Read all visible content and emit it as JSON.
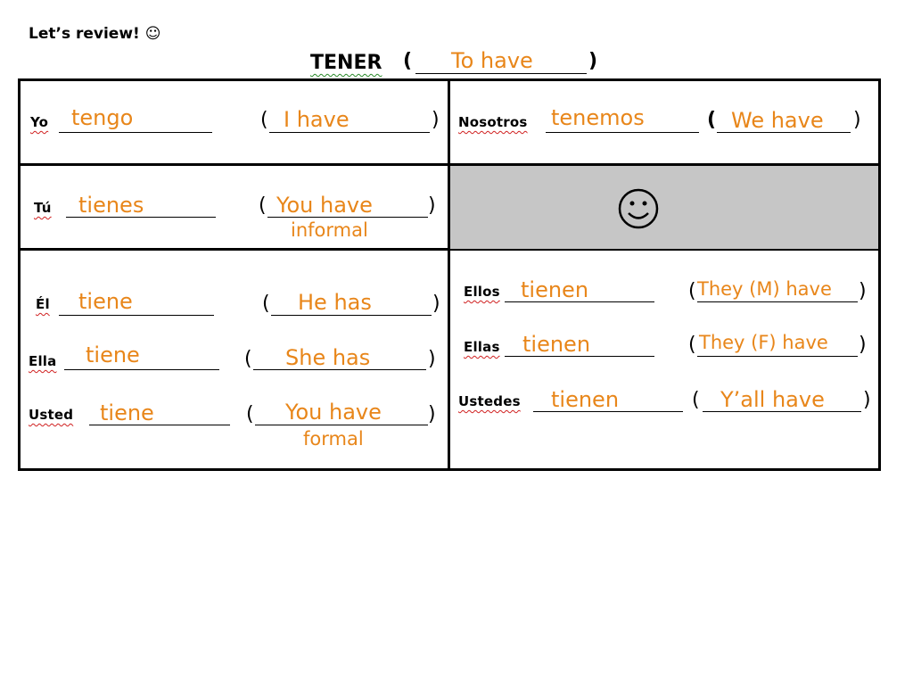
{
  "header": {
    "review": "Let’s review! ☺",
    "verb": "TENER",
    "verb_translation": "To have"
  },
  "cells": {
    "yo": {
      "pronoun": "Yo",
      "form": "tengo",
      "meaning": "I have"
    },
    "nosotros": {
      "pronoun": "Nosotros",
      "form": "tenemos",
      "meaning": "We have"
    },
    "tu": {
      "pronoun": "Tú",
      "form": "tienes",
      "meaning": "You have",
      "note": "informal"
    },
    "el": {
      "pronoun": "Él",
      "form": "tiene",
      "meaning": "He has"
    },
    "ella": {
      "pronoun": "Ella",
      "form": "tiene",
      "meaning": "She has"
    },
    "usted": {
      "pronoun": "Usted",
      "form": "tiene",
      "meaning": "You have",
      "note": "formal"
    },
    "ellos": {
      "pronoun": "Ellos",
      "form": "tienen",
      "meaning": "They (M) have"
    },
    "ellas": {
      "pronoun": "Ellas",
      "form": "tienen",
      "meaning": "They (F) have"
    },
    "ustedes": {
      "pronoun": "Ustedes",
      "form": "tienen",
      "meaning": "Y’all have"
    }
  },
  "icons": {
    "center": "smiley-face-icon"
  },
  "colors": {
    "answer": "#e8861a",
    "grey_cell": "#c6c6c6",
    "squiggle": "#d02020"
  }
}
